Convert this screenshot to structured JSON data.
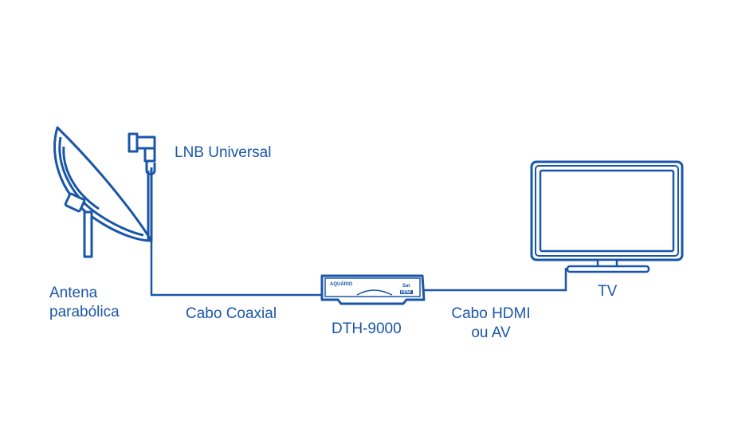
{
  "labels": {
    "lnb": "LNB Universal",
    "antenna_line1": "Antena",
    "antenna_line2": "parabólica",
    "coax": "Cabo Coaxial",
    "receiver": "DTH-9000",
    "hdmi_line1": "Cabo HDMI",
    "hdmi_line2": "ou AV",
    "tv": "TV"
  },
  "receiver_panel": {
    "brand": "AQUÁRIO",
    "badge": "Sat",
    "port": "HDMI"
  },
  "colors": {
    "accent": "#1a56a8",
    "background": "#ffffff"
  }
}
